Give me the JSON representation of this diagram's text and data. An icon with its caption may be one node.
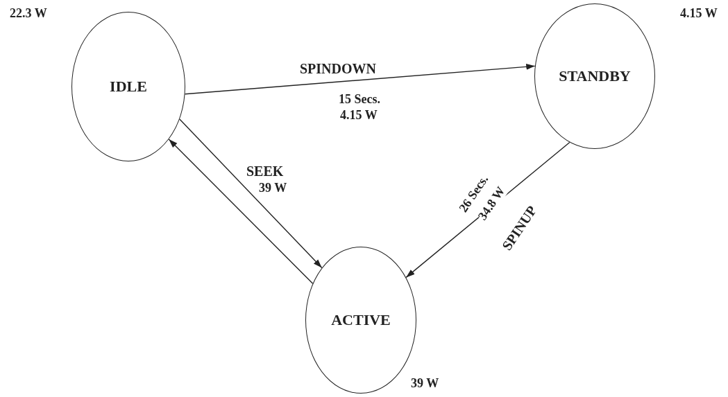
{
  "diagram": {
    "nodes": [
      {
        "text": [
          "IDLE"
        ],
        "beside": [
          "22.3 W"
        ]
      },
      {
        "text": [
          "STANDBY"
        ],
        "beside": [
          "4.15 W"
        ]
      },
      {
        "text": [
          "ACTIVE"
        ],
        "beside": [
          "39 W"
        ]
      }
    ],
    "edges": [
      {
        "from": 0,
        "to": 1,
        "arrow": "to",
        "label": "SPINDOWN"
      },
      {
        "from": 0,
        "to": 2,
        "arrow": "to",
        "label": "SEEK"
      },
      {
        "from": 2,
        "to": 0,
        "arrow": "to"
      },
      {
        "from": 1,
        "to": 2,
        "arrow": "to",
        "label": "SPINUP"
      }
    ],
    "labels": [
      "15 Secs.",
      "4.15 W",
      "39 W",
      "26 Secs.",
      "34.8 W"
    ]
  }
}
